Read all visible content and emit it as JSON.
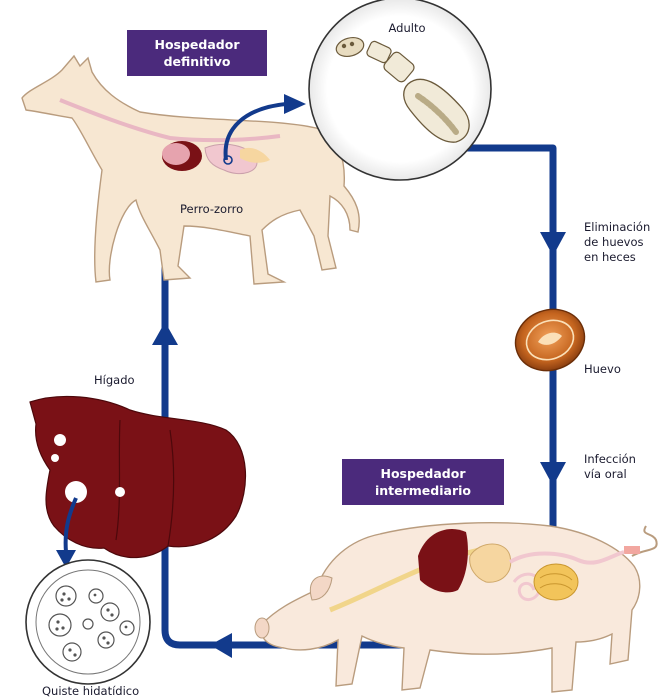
{
  "labels": {
    "definitive_host_line1": "Hospedador",
    "definitive_host_line2": "definitivo",
    "adult": "Adulto",
    "dog_fox": "Perro-zorro",
    "elimination_line1": "Eliminación",
    "elimination_line2": "de huevos",
    "elimination_line3": "en heces",
    "egg": "Huevo",
    "infection_line1": "Infección",
    "infection_line2": "vía oral",
    "intermediate_host_line1": "Hospedador",
    "intermediate_host_line2": "intermediario",
    "liver": "Hígado",
    "hydatid_cyst": "Quiste hidatídico"
  },
  "colors": {
    "cycle_arrow": "#123a8c",
    "label_box": "#4b2a7c",
    "animal_skin": "#f7e7d2",
    "pig_skin": "#f9e9dc",
    "organ": "#7a1116",
    "egg": "#c5651f"
  }
}
